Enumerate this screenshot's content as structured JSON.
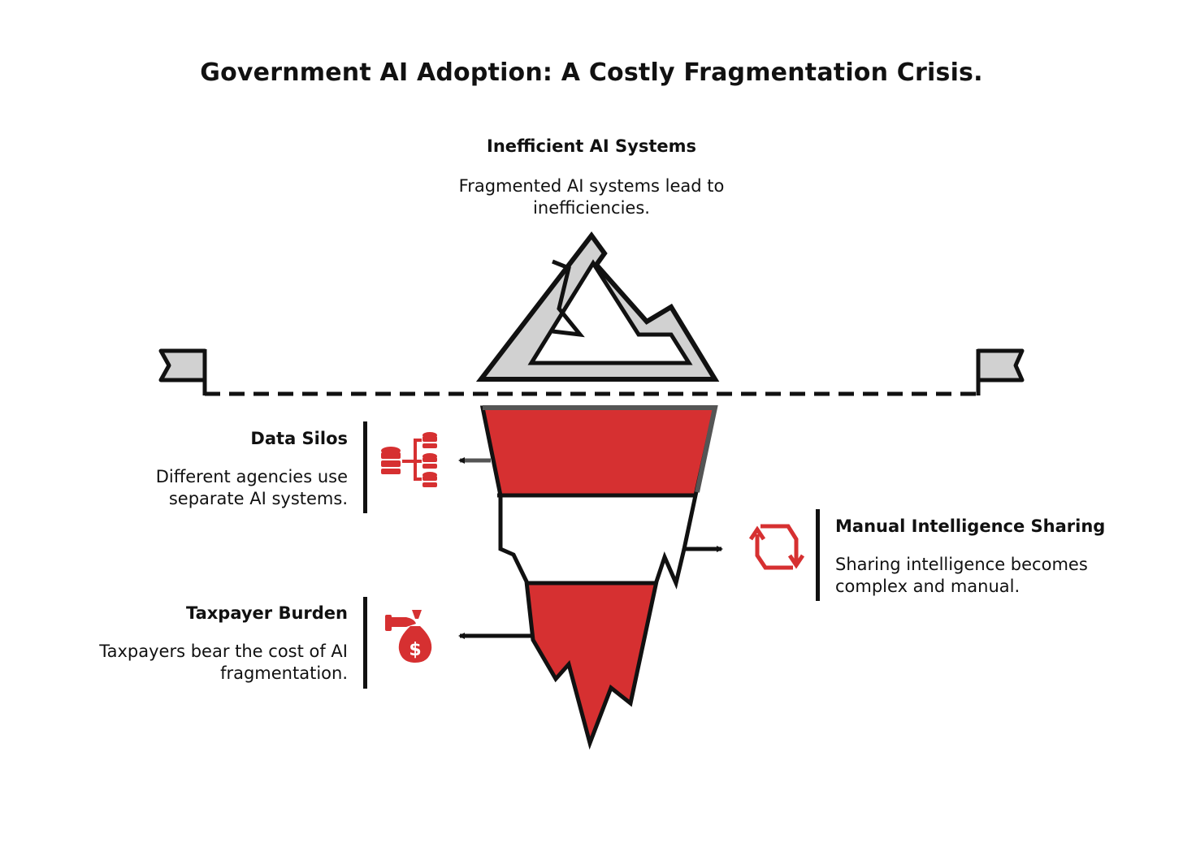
{
  "title": "Government AI Adoption: A Costly Fragmentation Crisis.",
  "top_item": {
    "heading": "Inefficient AI Systems",
    "description": "Fragmented AI systems lead to inefficiencies."
  },
  "items": [
    {
      "heading": "Data Silos",
      "description": "Different agencies use separate AI systems.",
      "icon": "database-hierarchy-icon"
    },
    {
      "heading": "Manual Intelligence Sharing",
      "description": "Sharing intelligence becomes complex and manual.",
      "icon": "exchange-arrows-icon"
    },
    {
      "heading": "Taxpayer Burden",
      "description": "Taxpayers bear the cost of AI fragmentation.",
      "icon": "money-bag-hand-icon"
    }
  ],
  "colors": {
    "accent": "#d63031",
    "outline": "#111111",
    "tip": "#d1d1d1"
  }
}
